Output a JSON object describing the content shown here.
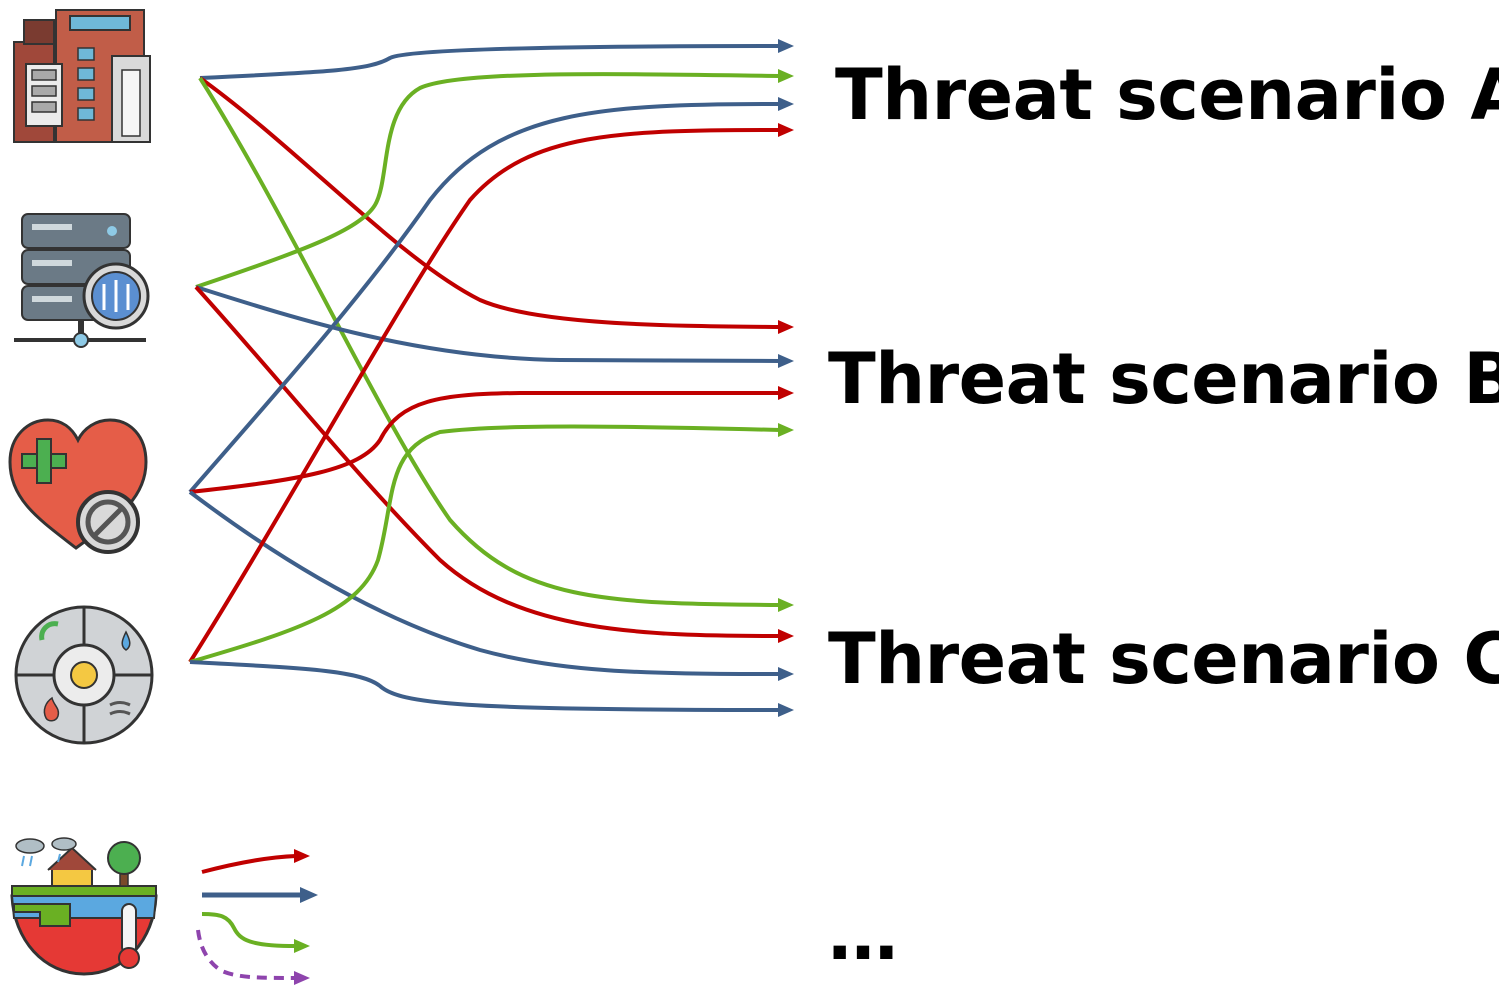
{
  "colors": {
    "blue": "#3e5f8a",
    "green": "#6ab023",
    "red": "#c00000",
    "purple": "#8e44ad"
  },
  "sources": [
    {
      "id": "building",
      "icon": "city-building-icon"
    },
    {
      "id": "server",
      "icon": "server-network-icon"
    },
    {
      "id": "health",
      "icon": "health-heart-blocked-icon"
    },
    {
      "id": "environment",
      "icon": "environment-elements-icon"
    },
    {
      "id": "climate",
      "icon": "climate-landscape-icon"
    }
  ],
  "scenarios": [
    {
      "id": "a",
      "label": "Threat scenario A"
    },
    {
      "id": "b",
      "label": "Threat scenario B"
    },
    {
      "id": "c",
      "label": "Threat scenario C"
    }
  ],
  "ellipsis": "…",
  "legend_lines": [
    {
      "color": "red",
      "style": "solid"
    },
    {
      "color": "blue",
      "style": "solid"
    },
    {
      "color": "green",
      "style": "solid"
    },
    {
      "color": "purple",
      "style": "dashed"
    }
  ]
}
